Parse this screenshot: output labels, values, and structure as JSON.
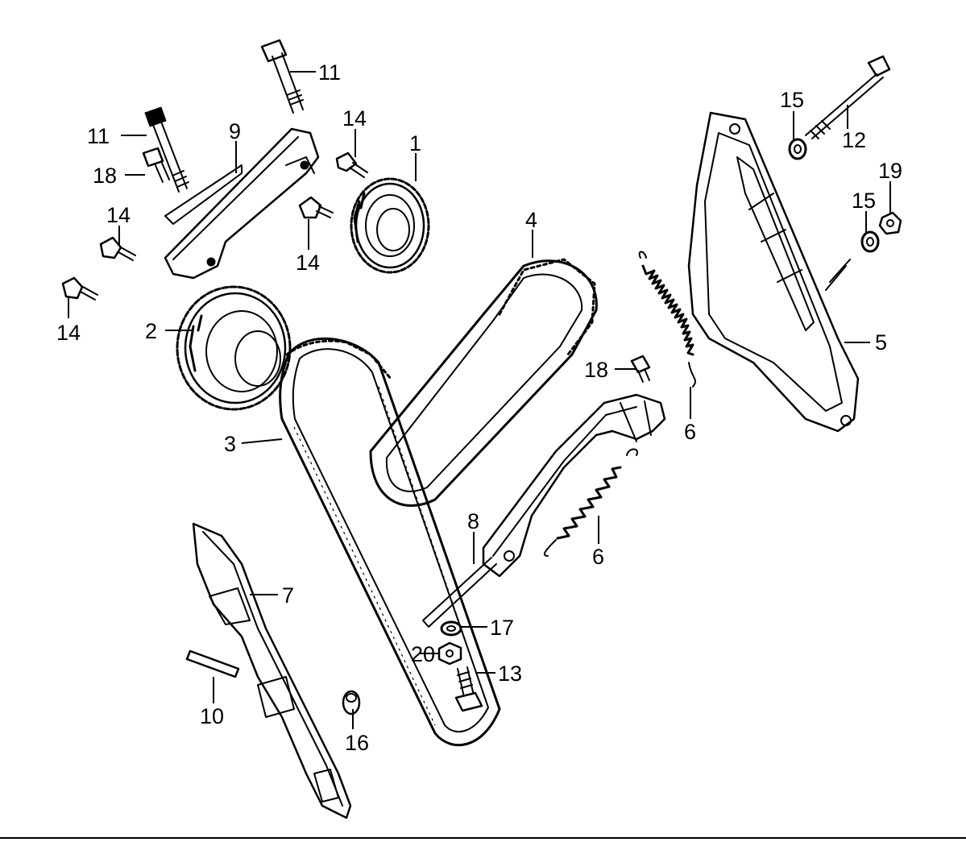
{
  "diagram": {
    "labels": {
      "part_1": "1",
      "part_2": "2",
      "part_3": "3",
      "part_4": "4",
      "part_5": "5",
      "part_6_top": "6",
      "part_6_lower": "6",
      "part_7": "7",
      "part_8": "8",
      "part_9": "9",
      "part_10": "10",
      "part_11_top": "11",
      "part_11_left": "11",
      "part_12": "12",
      "part_13": "13",
      "part_14_top": "14",
      "part_14_mid": "14",
      "part_14_left": "14",
      "part_14_far_left": "14",
      "part_15_top": "15",
      "part_15_lower": "15",
      "part_16": "16",
      "part_17": "17",
      "part_18_left": "18",
      "part_18_right": "18",
      "part_19": "19",
      "part_20": "20"
    }
  }
}
